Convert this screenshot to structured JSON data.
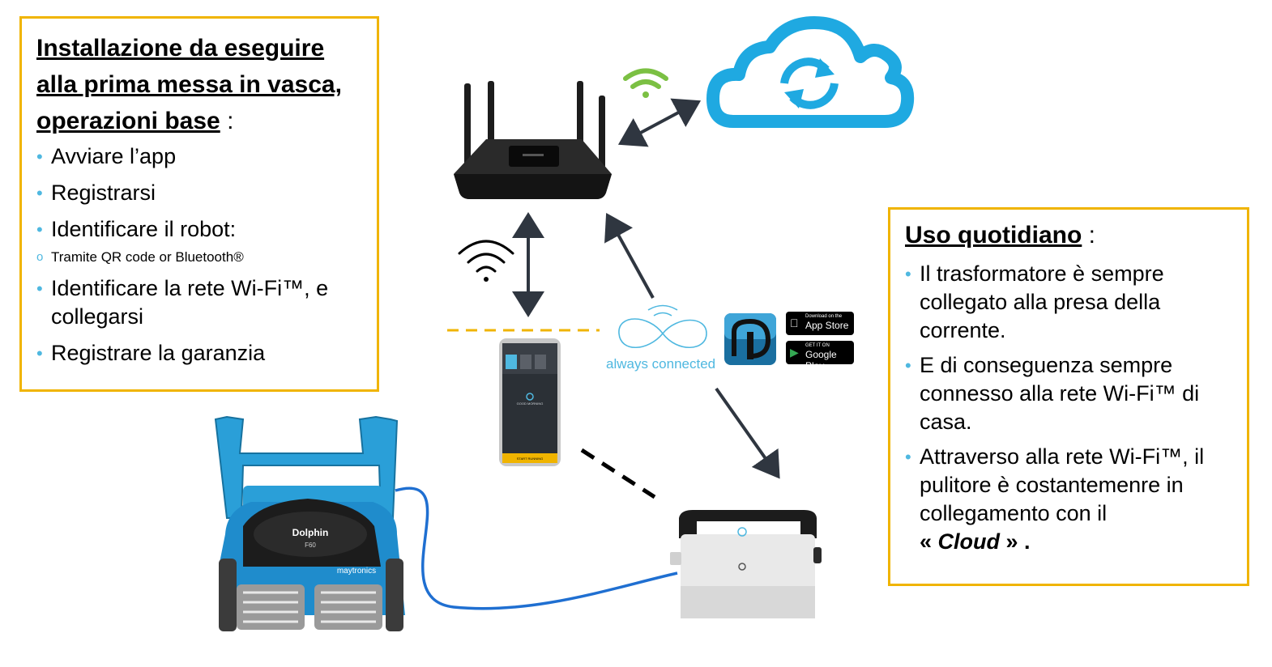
{
  "left_box": {
    "heading_line1": "Installazione da eseguire",
    "heading_line2": "alla prima messa in vasca,",
    "heading_line3": "operazioni base",
    "heading_colon": " :",
    "items": [
      "Avviare l’app",
      "Registrarsi",
      "Identificare il robot:",
      "Tramite QR code or Bluetooth®",
      "Identificare la rete Wi-Fi™, e collegarsi",
      "Registrare la garanzia"
    ]
  },
  "right_box": {
    "heading": "Uso quotidiano",
    "heading_colon": " :",
    "items": [
      "Il trasformatore è sempre collegato alla presa della corrente.",
      "E di conseguenza sempre connesso alla rete Wi-Fi™ di casa.",
      "Attraverso alla rete Wi-Fi™, il pulitore è costantemenre in collegamento con il"
    ],
    "cloud_open": "« ",
    "cloud_word": "Cloud",
    "cloud_close": " » ."
  },
  "diagram": {
    "always_connected": "always connected",
    "app_store_small": "Download on the",
    "app_store_big": "App Store",
    "google_small": "GET IT ON",
    "google_big": "Google Play",
    "robot_brand": "Dolphin",
    "robot_model": "F60",
    "robot_maker": "maytronics",
    "phone_greeting": "GOOD MORNING",
    "phone_button": "START RUNNING"
  },
  "colors": {
    "border": "#f0b400",
    "bullet": "#4fb8e0",
    "cloud": "#1fa9e1",
    "wifi_green": "#7bc043",
    "arrow": "#2f3640",
    "cable": "#1f6fd1",
    "robot_blue": "#2a9fd8"
  },
  "icons": [
    "wifi-signal-icon",
    "cloud-sync-icon",
    "wifi-icon",
    "always-connected-logo",
    "app-icon",
    "apple-icon",
    "google-play-icon"
  ]
}
